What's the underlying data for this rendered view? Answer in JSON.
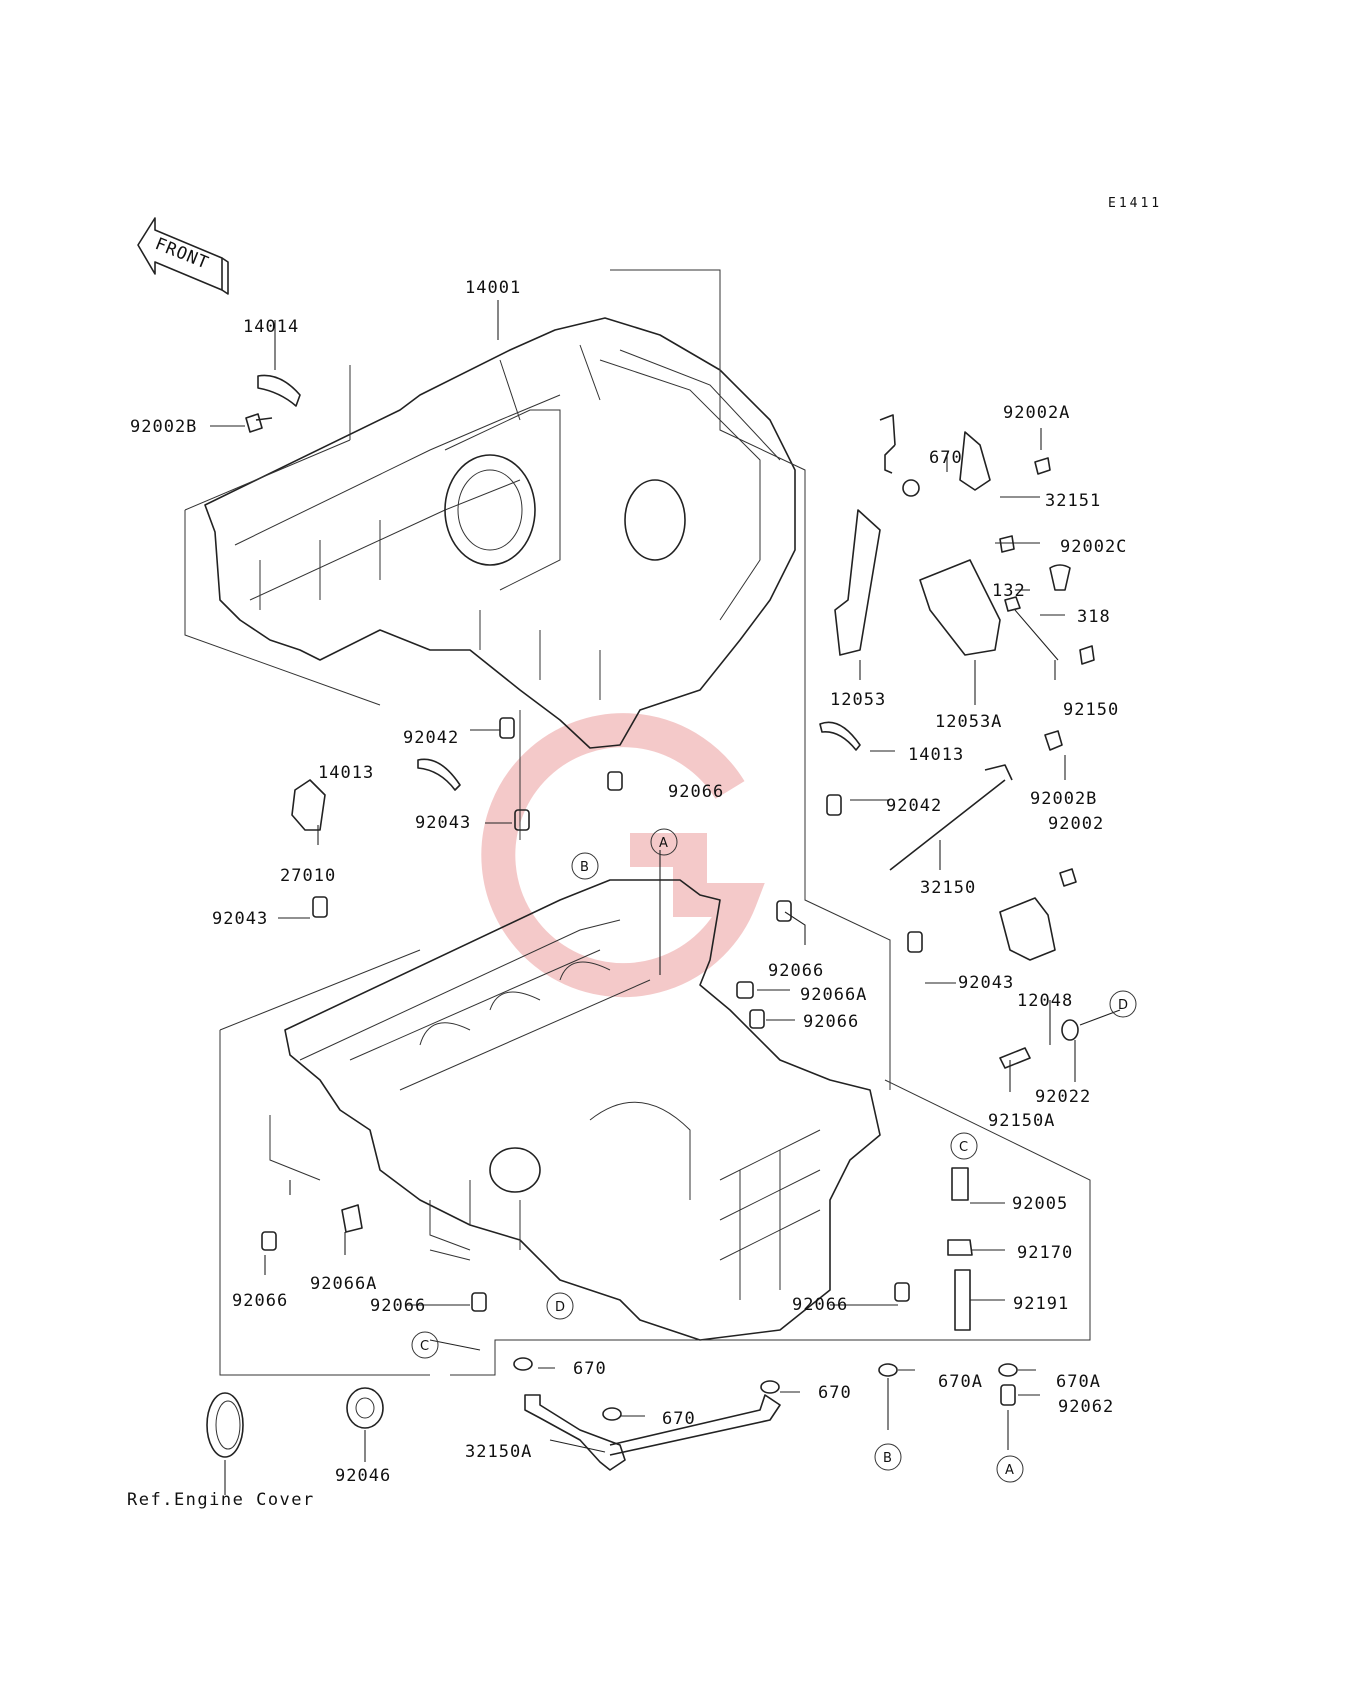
{
  "diagram_code": "E1411",
  "front_label": "FRONT",
  "reference_text": "Ref.Engine Cover",
  "watermark_letter": "G",
  "labels": [
    {
      "id": "14001",
      "text": "14001"
    },
    {
      "id": "14014",
      "text": "14014"
    },
    {
      "id": "92002B_top",
      "text": "92002B"
    },
    {
      "id": "92002A",
      "text": "92002A"
    },
    {
      "id": "670_top",
      "text": "670"
    },
    {
      "id": "32151",
      "text": "32151"
    },
    {
      "id": "92002C",
      "text": "92002C"
    },
    {
      "id": "132",
      "text": "132"
    },
    {
      "id": "318",
      "text": "318"
    },
    {
      "id": "12053",
      "text": "12053"
    },
    {
      "id": "12053A",
      "text": "12053A"
    },
    {
      "id": "92150",
      "text": "92150"
    },
    {
      "id": "92042_left",
      "text": "92042"
    },
    {
      "id": "14013_right",
      "text": "14013"
    },
    {
      "id": "14013_left",
      "text": "14013"
    },
    {
      "id": "92066_mid",
      "text": "92066"
    },
    {
      "id": "92002B_right",
      "text": "92002B"
    },
    {
      "id": "92042_right",
      "text": "92042"
    },
    {
      "id": "92002",
      "text": "92002"
    },
    {
      "id": "92043_top",
      "text": "92043"
    },
    {
      "id": "27010",
      "text": "27010"
    },
    {
      "id": "32150",
      "text": "32150"
    },
    {
      "id": "92043_left",
      "text": "92043"
    },
    {
      "id": "92066_r1",
      "text": "92066"
    },
    {
      "id": "92066A_r",
      "text": "92066A"
    },
    {
      "id": "92066_r2",
      "text": "92066"
    },
    {
      "id": "92043_right",
      "text": "92043"
    },
    {
      "id": "12048",
      "text": "12048"
    },
    {
      "id": "92022",
      "text": "92022"
    },
    {
      "id": "92150A",
      "text": "92150A"
    },
    {
      "id": "92005",
      "text": "92005"
    },
    {
      "id": "92170",
      "text": "92170"
    },
    {
      "id": "92191",
      "text": "92191"
    },
    {
      "id": "92066_bl",
      "text": "92066"
    },
    {
      "id": "92066A_bl",
      "text": "92066A"
    },
    {
      "id": "92066_bc",
      "text": "92066"
    },
    {
      "id": "92066_br",
      "text": "92066"
    },
    {
      "id": "670_b1",
      "text": "670"
    },
    {
      "id": "670_b2",
      "text": "670"
    },
    {
      "id": "670_b3",
      "text": "670"
    },
    {
      "id": "670A_1",
      "text": "670A"
    },
    {
      "id": "670A_2",
      "text": "670A"
    },
    {
      "id": "92062",
      "text": "92062"
    },
    {
      "id": "32150A",
      "text": "32150A"
    },
    {
      "id": "92046",
      "text": "92046"
    }
  ],
  "callouts": [
    {
      "id": "A_top",
      "letter": "A"
    },
    {
      "id": "B_top",
      "letter": "B"
    },
    {
      "id": "D_right",
      "letter": "D"
    },
    {
      "id": "C_right",
      "letter": "C"
    },
    {
      "id": "D_bottom",
      "letter": "D"
    },
    {
      "id": "C_bottom",
      "letter": "C"
    },
    {
      "id": "B_bottom",
      "letter": "B"
    },
    {
      "id": "A_bottom",
      "letter": "A"
    }
  ]
}
